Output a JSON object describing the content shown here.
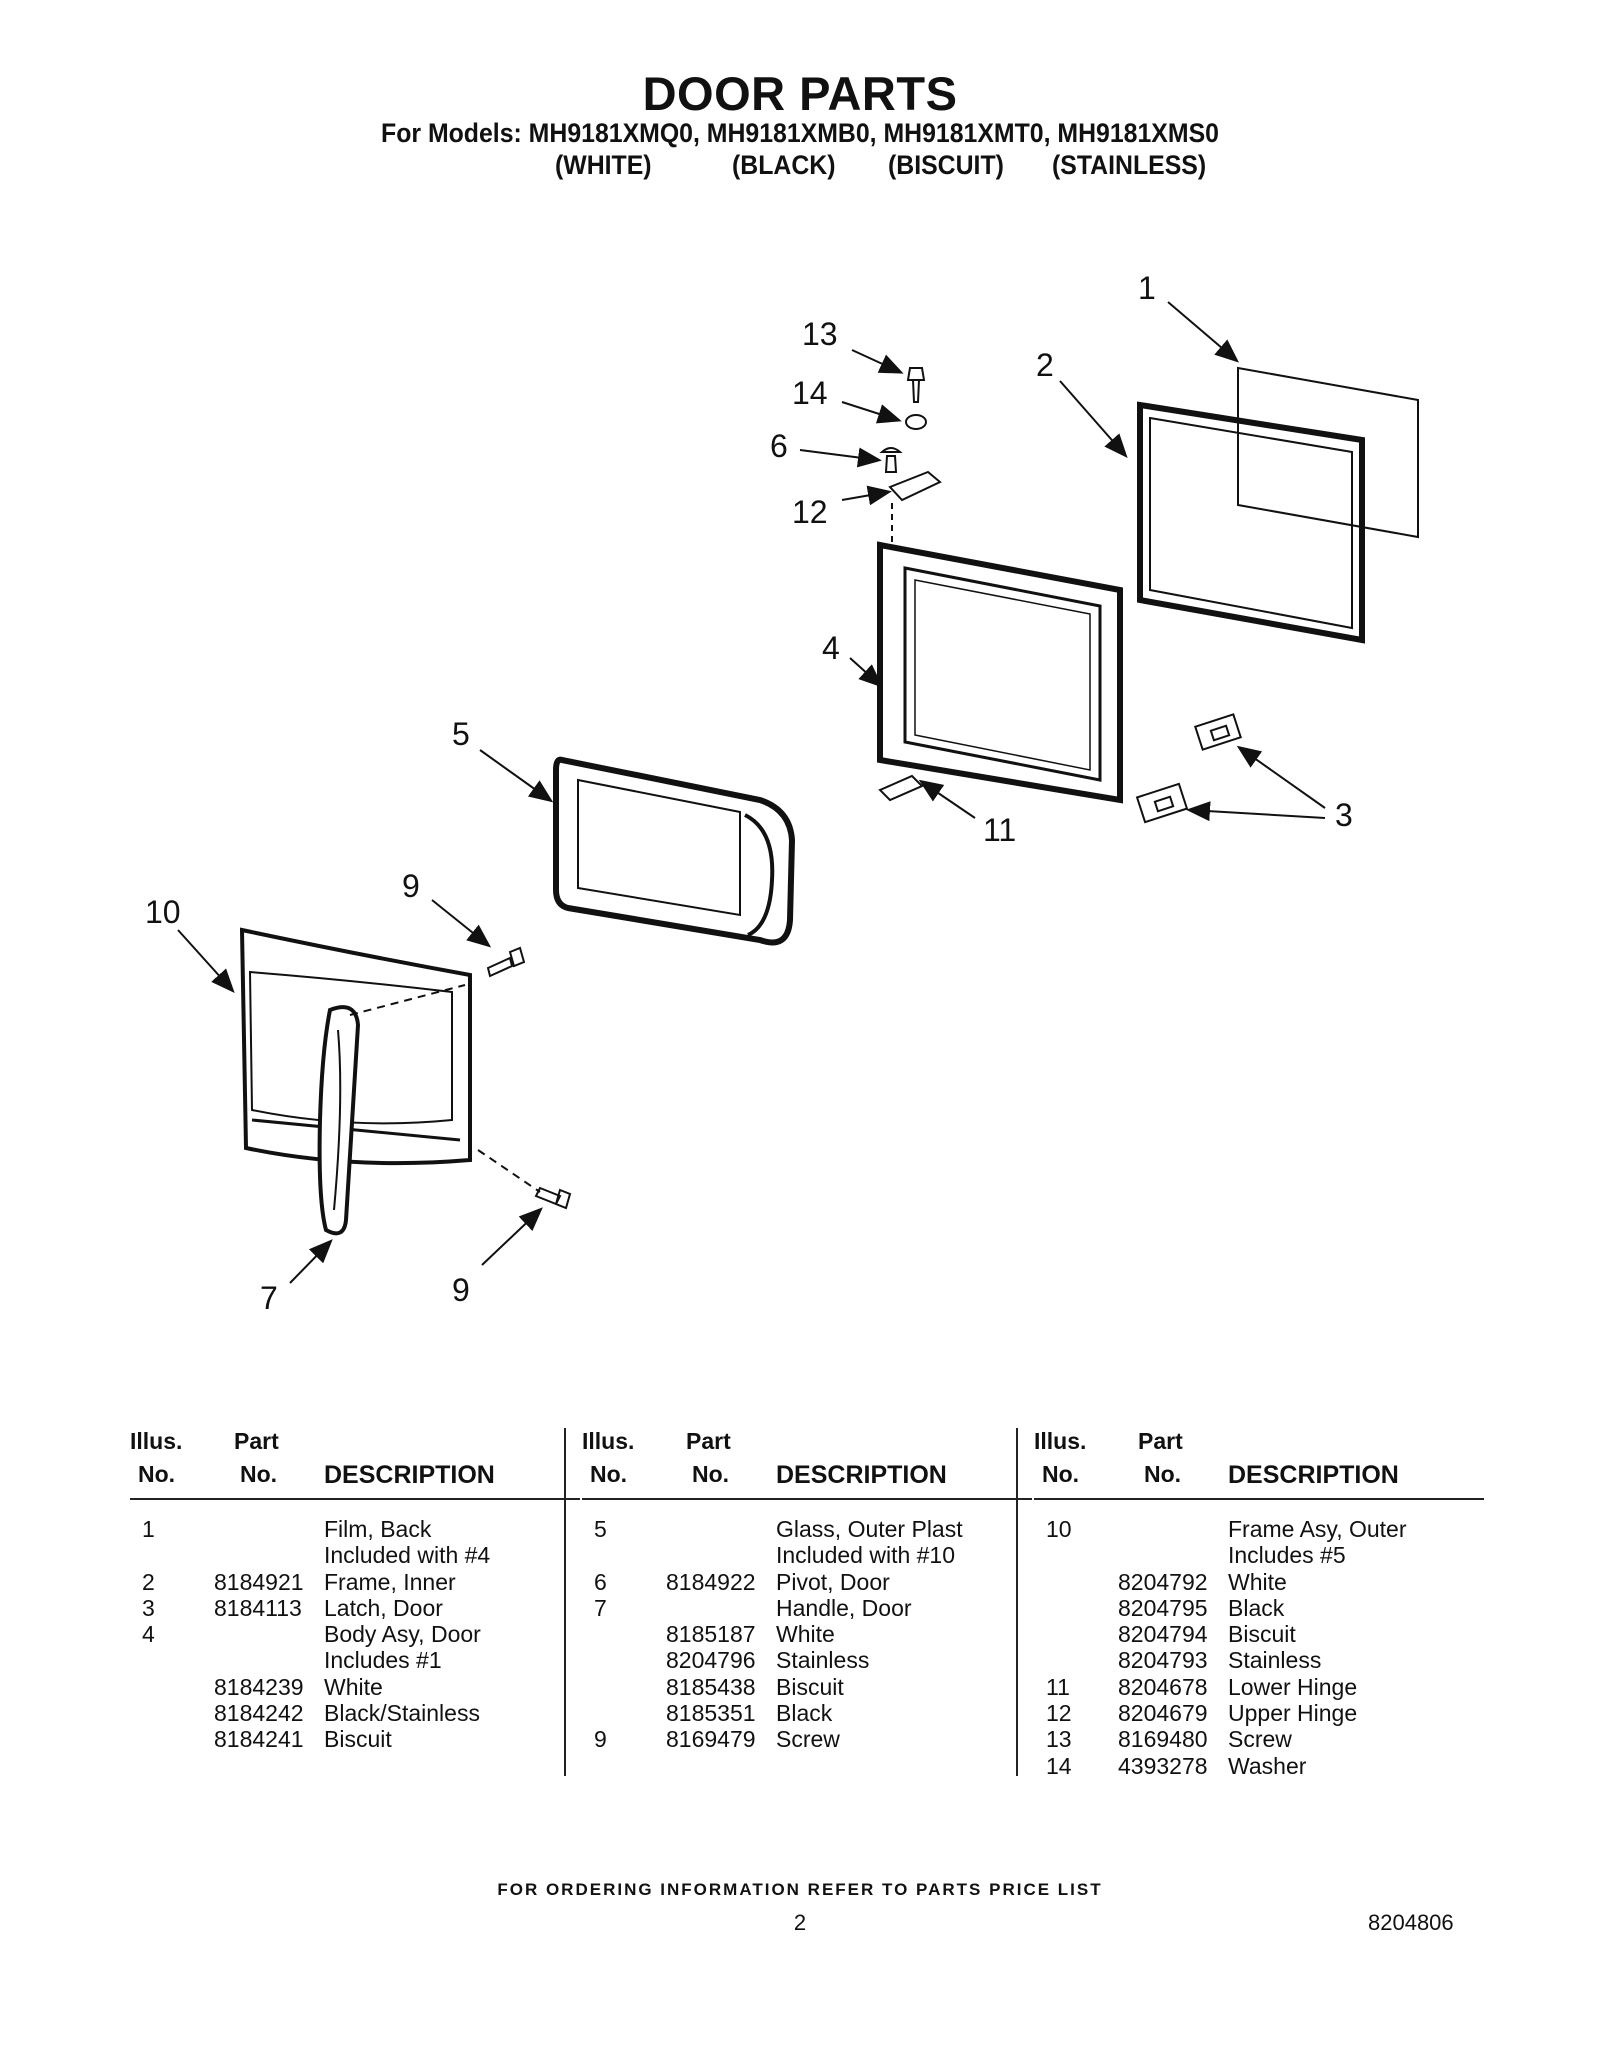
{
  "header": {
    "title": "DOOR PARTS",
    "subtitle": "For Models: MH9181XMQ0, MH9181XMB0, MH9181XMT0, MH9181XMS0",
    "colors": [
      "(WHITE)",
      "(BLACK)",
      "(BISCUIT)",
      "(STAINLESS)"
    ]
  },
  "callouts": [
    "1",
    "2",
    "13",
    "14",
    "6",
    "12",
    "4",
    "5",
    "11",
    "3",
    "9",
    "10",
    "7",
    "9"
  ],
  "table_headers": {
    "illus_top": "Illus.",
    "illus_bottom": "No.",
    "part_top": "Part",
    "part_bottom": "No.",
    "description": "DESCRIPTION"
  },
  "tables": [
    {
      "rows": [
        {
          "illus": "1",
          "part": "",
          "desc": "Film, Back"
        },
        {
          "illus": "",
          "part": "",
          "desc": "Included with #4"
        },
        {
          "illus": "2",
          "part": "8184921",
          "desc": "Frame, Inner"
        },
        {
          "illus": "3",
          "part": "8184113",
          "desc": "Latch, Door"
        },
        {
          "illus": "4",
          "part": "",
          "desc": "Body Asy, Door"
        },
        {
          "illus": "",
          "part": "",
          "desc": "Includes #1"
        },
        {
          "illus": "",
          "part": "8184239",
          "desc": "White"
        },
        {
          "illus": "",
          "part": "8184242",
          "desc": "Black/Stainless"
        },
        {
          "illus": "",
          "part": "8184241",
          "desc": "Biscuit"
        }
      ]
    },
    {
      "rows": [
        {
          "illus": "5",
          "part": "",
          "desc": "Glass, Outer Plast"
        },
        {
          "illus": "",
          "part": "",
          "desc": "Included with #10"
        },
        {
          "illus": "6",
          "part": "8184922",
          "desc": "Pivot, Door"
        },
        {
          "illus": "7",
          "part": "",
          "desc": "Handle, Door"
        },
        {
          "illus": "",
          "part": "8185187",
          "desc": "White"
        },
        {
          "illus": "",
          "part": "8204796",
          "desc": "Stainless"
        },
        {
          "illus": "",
          "part": "8185438",
          "desc": "Biscuit"
        },
        {
          "illus": "",
          "part": "8185351",
          "desc": "Black"
        },
        {
          "illus": "9",
          "part": "8169479",
          "desc": "Screw"
        }
      ]
    },
    {
      "rows": [
        {
          "illus": "10",
          "part": "",
          "desc": "Frame Asy, Outer"
        },
        {
          "illus": "",
          "part": "",
          "desc": "Includes #5"
        },
        {
          "illus": "",
          "part": "8204792",
          "desc": "White"
        },
        {
          "illus": "",
          "part": "8204795",
          "desc": "Black"
        },
        {
          "illus": "",
          "part": "8204794",
          "desc": "Biscuit"
        },
        {
          "illus": "",
          "part": "8204793",
          "desc": "Stainless"
        },
        {
          "illus": "11",
          "part": "8204678",
          "desc": "Lower Hinge"
        },
        {
          "illus": "12",
          "part": "8204679",
          "desc": "Upper Hinge"
        },
        {
          "illus": "13",
          "part": "8169480",
          "desc": "Screw"
        },
        {
          "illus": "14",
          "part": "4393278",
          "desc": "Washer"
        }
      ]
    }
  ],
  "footer": {
    "ordering": "FOR ORDERING INFORMATION REFER TO PARTS PRICE LIST",
    "page_number": "2",
    "doc_number": "8204806"
  }
}
